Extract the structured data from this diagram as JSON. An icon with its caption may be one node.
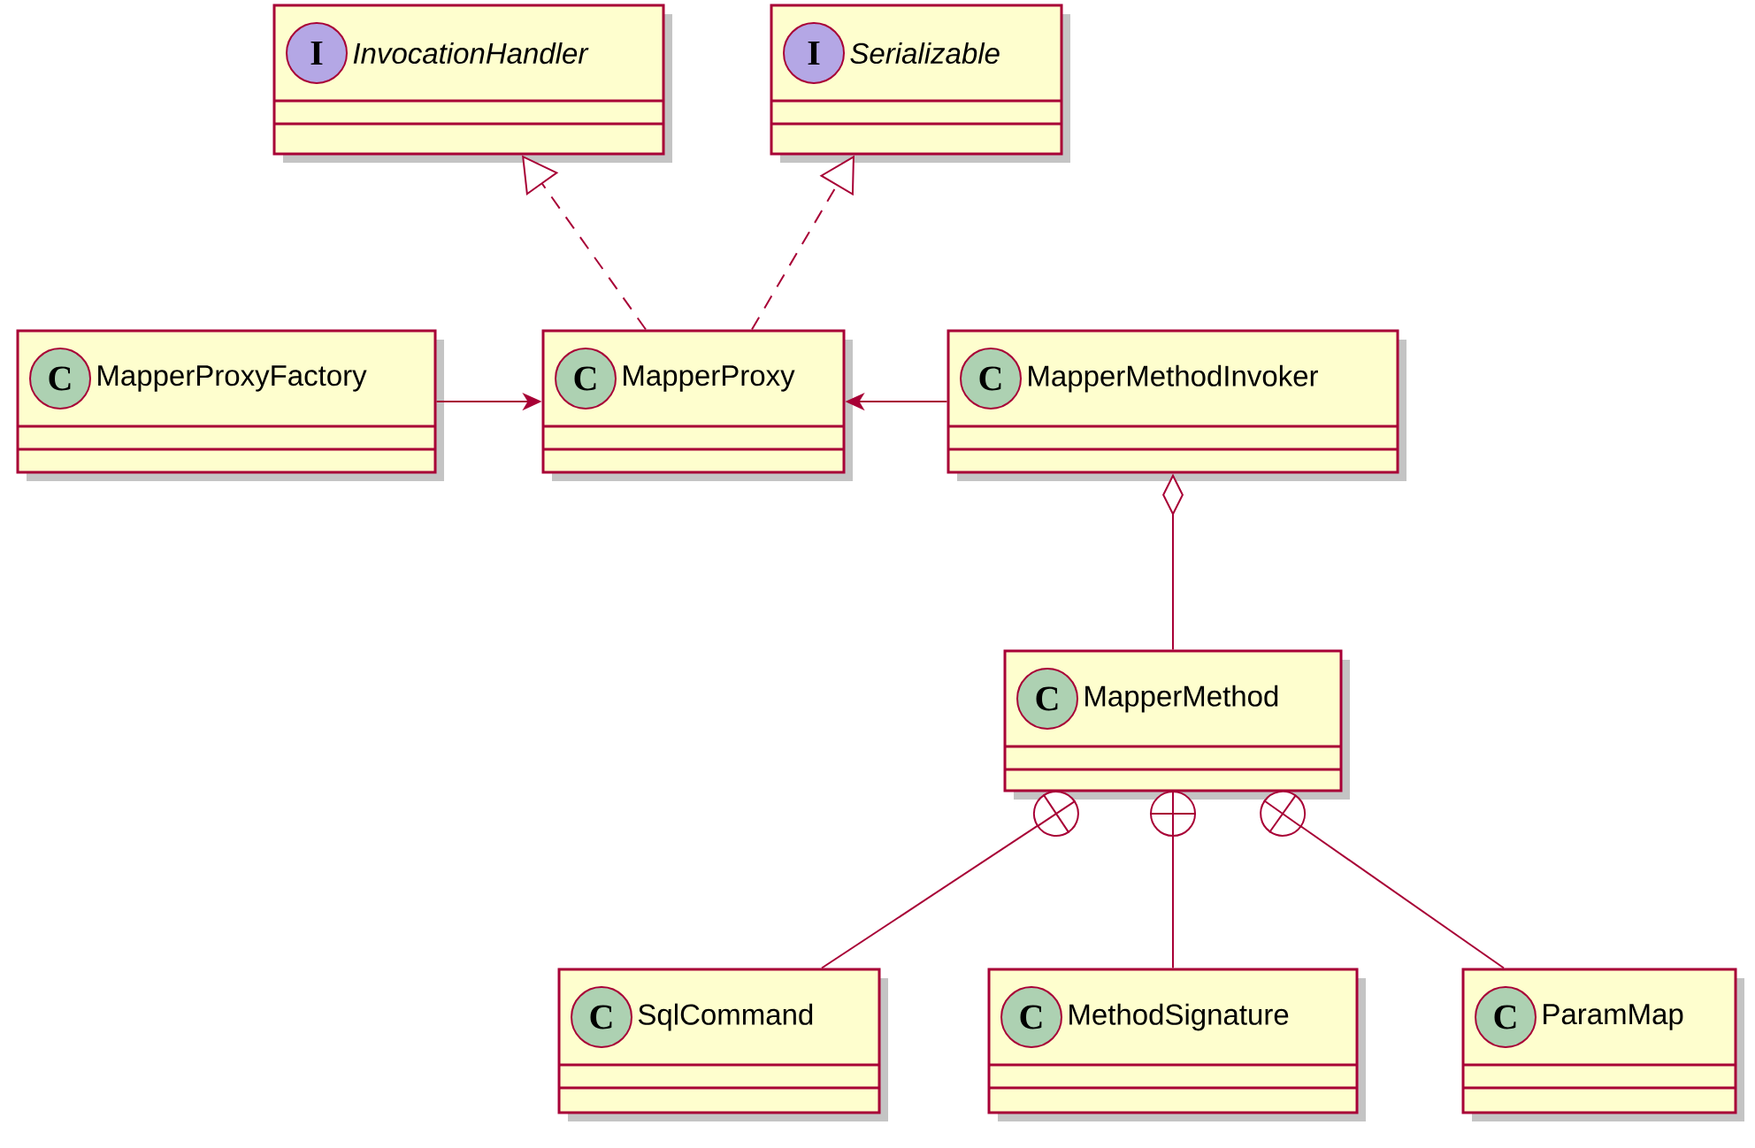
{
  "diagram": {
    "nodes": [
      {
        "text": [
          "I",
          "InvocationHandler"
        ]
      },
      {
        "text": [
          "I",
          "Serializable"
        ]
      },
      {
        "text": [
          "C",
          "MapperProxyFactory"
        ]
      },
      {
        "text": [
          "C",
          "MapperProxy"
        ]
      },
      {
        "text": [
          "C",
          "MapperMethodInvoker"
        ]
      },
      {
        "text": [
          "C",
          "MapperMethod"
        ]
      },
      {
        "text": [
          "C",
          "SqlCommand"
        ]
      },
      {
        "text": [
          "C",
          "MethodSignature"
        ]
      },
      {
        "text": [
          "C",
          "ParamMap"
        ]
      }
    ],
    "edges": [
      {
        "from": 3,
        "to": 0,
        "arrow": "to",
        "style": "dashed"
      },
      {
        "from": 3,
        "to": 1,
        "arrow": "to",
        "style": "dashed"
      },
      {
        "from": 2,
        "to": 3,
        "arrow": "to"
      },
      {
        "from": 4,
        "to": 3,
        "arrow": "to"
      },
      {
        "from": 5,
        "to": 4,
        "arrow": "other"
      },
      {
        "from": 6,
        "to": 5,
        "arrow": "other"
      },
      {
        "from": 7,
        "to": 5,
        "arrow": "other"
      },
      {
        "from": 8,
        "to": 5,
        "arrow": "other"
      }
    ]
  }
}
